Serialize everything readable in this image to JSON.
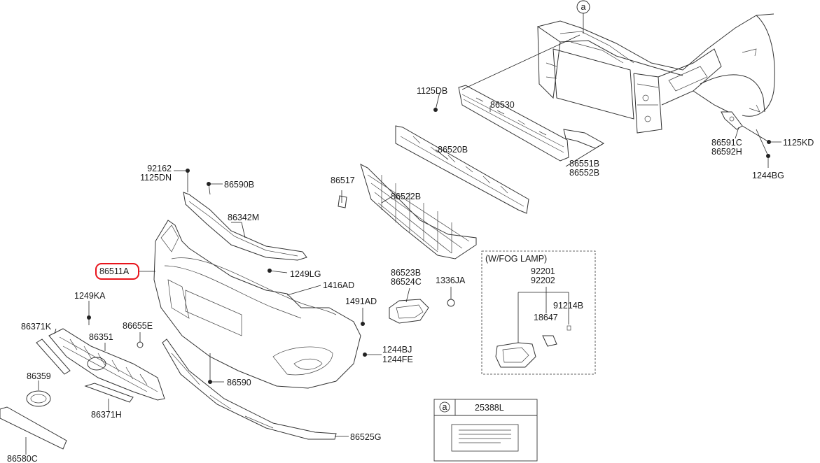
{
  "diagram": {
    "labels": {
      "a_marker": "a",
      "p92162": "92162",
      "p1125DN": "1125DN",
      "p86590B": "86590B",
      "p86342M": "86342M",
      "p86517": "86517",
      "p86522B": "86522B",
      "p86520B": "86520B",
      "p1125DB": "1125DB",
      "p86530": "86530",
      "p86551B": "86551B",
      "p86552B": "86552B",
      "p86591C": "86591C",
      "p86592H": "86592H",
      "p1125KD": "1125KD",
      "p1244BG": "1244BG",
      "p86511A": "86511A",
      "p1249LG": "1249LG",
      "p1416AD": "1416AD",
      "p1249KA": "1249KA",
      "p86371K": "86371K",
      "p86655E": "86655E",
      "p86351": "86351",
      "p86359": "86359",
      "p86371H": "86371H",
      "p86580C": "86580C",
      "p86590": "86590",
      "p86525G": "86525G",
      "p1491AD": "1491AD",
      "p1244BJ": "1244BJ",
      "p1244FE": "1244FE",
      "p86523B": "86523B",
      "p86524C": "86524C",
      "p1336JA": "1336JA",
      "fog_header": "(W/FOG LAMP)",
      "p92201": "92201",
      "p92202": "92202",
      "p91214B": "91214B",
      "p18647": "18647",
      "legend_a": "a",
      "legend_part": "25388L"
    },
    "highlight_color": "#e8141c"
  }
}
